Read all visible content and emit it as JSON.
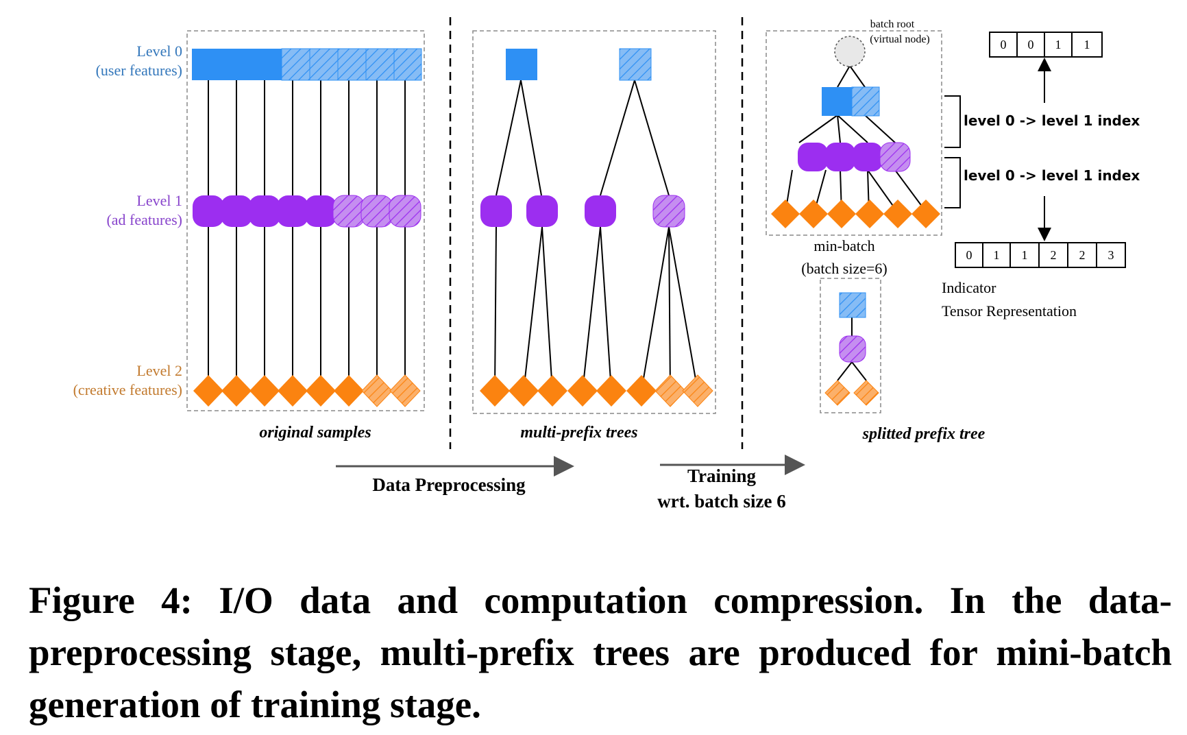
{
  "levels": [
    {
      "name": "Level 0",
      "desc": "(user features)"
    },
    {
      "name": "Level 1",
      "desc": "(ad features)"
    },
    {
      "name": "Level 2",
      "desc": "(creative features)"
    }
  ],
  "panels": {
    "original": "original samples",
    "multi_prefix": "multi-prefix trees",
    "splitted": "splitted prefix tree"
  },
  "arrows": {
    "preprocess": "Data Preprocessing",
    "training_line1": "Training",
    "training_line2": "wrt. batch size 6"
  },
  "batch_root": {
    "line1": "batch root",
    "line2": "(virtual node)"
  },
  "min_batch": {
    "line1": "min-batch",
    "line2": "(batch size=6)"
  },
  "index_labels": [
    "level 0 -> level 1 index",
    "level 0 -> level 1 index"
  ],
  "index_arrays": {
    "top": [
      "0",
      "0",
      "1",
      "1"
    ],
    "bottom": [
      "0",
      "1",
      "1",
      "2",
      "2",
      "3"
    ]
  },
  "indicator": {
    "line1": "Indicator",
    "line2": "Tensor Representation"
  },
  "caption": "Figure 4: I/O data and computation compression. In the data-preprocessing stage, multi-prefix trees are produced for mini-batch generation of training stage.",
  "colors": {
    "blue": "#2e90f4",
    "blue_light": "#86bcf5",
    "purple": "#9c2ef0",
    "purple_light": "#c58ef0",
    "orange": "#fb8310",
    "orange_light": "#fbb06a",
    "level0_text": "#3377bb",
    "level1_text": "#8844cc",
    "level2_text": "#c27a2e"
  }
}
